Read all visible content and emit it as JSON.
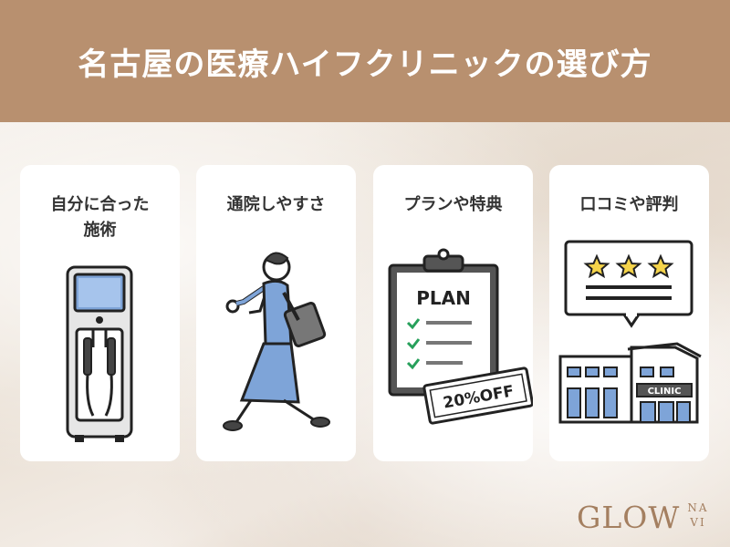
{
  "header": {
    "title": "名古屋の医療ハイフクリニックの選び方"
  },
  "cards": [
    {
      "title_line1": "自分に合った",
      "title_line2": "施術"
    },
    {
      "title": "通院しやすさ"
    },
    {
      "title": "プランや特典",
      "plan_label": "PLAN",
      "coupon_label": "20%OFF"
    },
    {
      "title": "口コミや評判",
      "clinic_label": "CLINIC"
    }
  ],
  "logo": {
    "main": "GLOW",
    "sub1": "NA",
    "sub2": "VI"
  },
  "colors": {
    "header": "#b8906f",
    "accent_blue": "#7ea4d8",
    "star": "#f5d44a",
    "check": "#27a05b",
    "logo": "#a47f60"
  }
}
